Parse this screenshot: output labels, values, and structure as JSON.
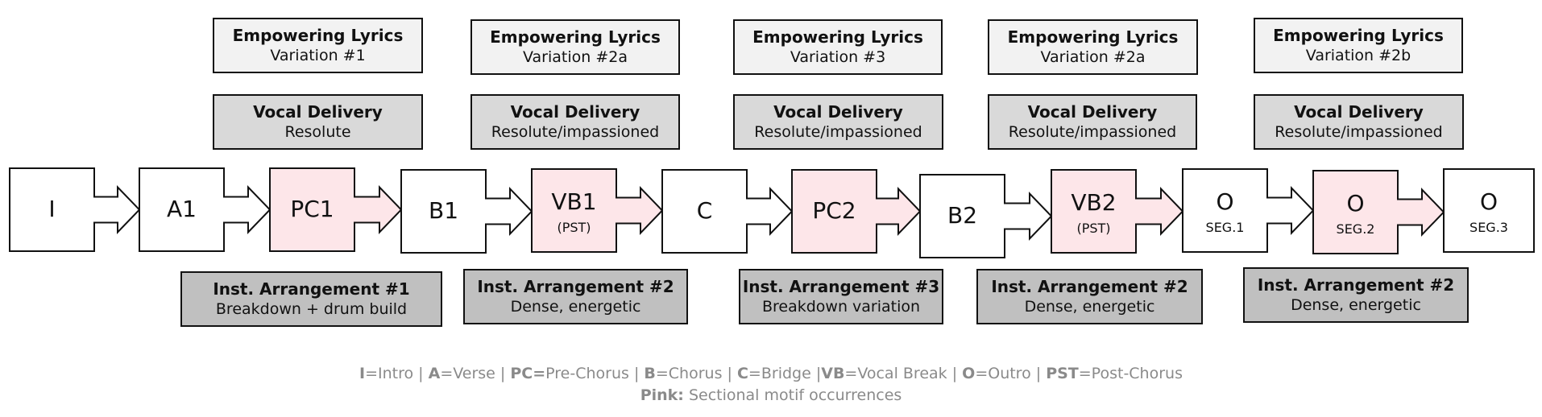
{
  "lyrics": [
    {
      "title": "Empowering Lyrics",
      "sub": "Variation #1"
    },
    {
      "title": "Empowering Lyrics",
      "sub": "Variation #2a"
    },
    {
      "title": "Empowering Lyrics",
      "sub": "Variation #3"
    },
    {
      "title": "Empowering Lyrics",
      "sub": "Variation #2a"
    },
    {
      "title": "Empowering Lyrics",
      "sub": "Variation #2b"
    }
  ],
  "vocal": [
    {
      "title": "Vocal Delivery",
      "sub": "Resolute"
    },
    {
      "title": "Vocal Delivery",
      "sub": "Resolute/impassioned"
    },
    {
      "title": "Vocal Delivery",
      "sub": "Resolute/impassioned"
    },
    {
      "title": "Vocal Delivery",
      "sub": "Resolute/impassioned"
    },
    {
      "title": "Vocal Delivery",
      "sub": "Resolute/impassioned"
    }
  ],
  "sections": [
    {
      "label": "I",
      "sub": "",
      "motif": false
    },
    {
      "label": "A1",
      "sub": "",
      "motif": false
    },
    {
      "label": "PC1",
      "sub": "",
      "motif": true
    },
    {
      "label": "B1",
      "sub": "",
      "motif": false
    },
    {
      "label": "VB1",
      "sub": "(PST)",
      "motif": true
    },
    {
      "label": "C",
      "sub": "",
      "motif": false
    },
    {
      "label": "PC2",
      "sub": "",
      "motif": true
    },
    {
      "label": "B2",
      "sub": "",
      "motif": false
    },
    {
      "label": "VB2",
      "sub": "(PST)",
      "motif": true
    },
    {
      "label": "O",
      "sub": "SEG.1",
      "motif": false
    },
    {
      "label": "O",
      "sub": "SEG.2",
      "motif": true
    },
    {
      "label": "O",
      "sub": "SEG.3",
      "motif": false
    }
  ],
  "instrumentation": [
    {
      "title": "Inst. Arrangement #1",
      "sub": "Breakdown + drum build"
    },
    {
      "title": "Inst. Arrangement #2",
      "sub": "Dense, energetic"
    },
    {
      "title": "Inst. Arrangement #3",
      "sub": "Breakdown variation"
    },
    {
      "title": "Inst. Arrangement #2",
      "sub": "Dense, energetic"
    },
    {
      "title": "Inst. Arrangement #2",
      "sub": "Dense, energetic"
    }
  ],
  "legend": {
    "items": [
      {
        "key": "I",
        "value": "=Intro"
      },
      {
        "key": "A",
        "value": "=Verse"
      },
      {
        "key": "PC=",
        "value": "Pre-Chorus"
      },
      {
        "key": "B",
        "value": "=Chorus"
      },
      {
        "key": "C",
        "value": "=Bridge"
      },
      {
        "key": "VB",
        "value": "=Vocal Break"
      },
      {
        "key": "O",
        "value": "=Outro"
      },
      {
        "key": "PST",
        "value": "=Post-Chorus"
      }
    ],
    "note_key": "Pink:",
    "note_value": " Sectional motif occurrences"
  },
  "colors": {
    "motif": "#fde6e9",
    "plain": "#ffffff",
    "lyrics": "#f2f2f2",
    "vocal": "#d9d9d9",
    "inst": "#c0c0c0",
    "legend_text": "#8a8a8a"
  }
}
